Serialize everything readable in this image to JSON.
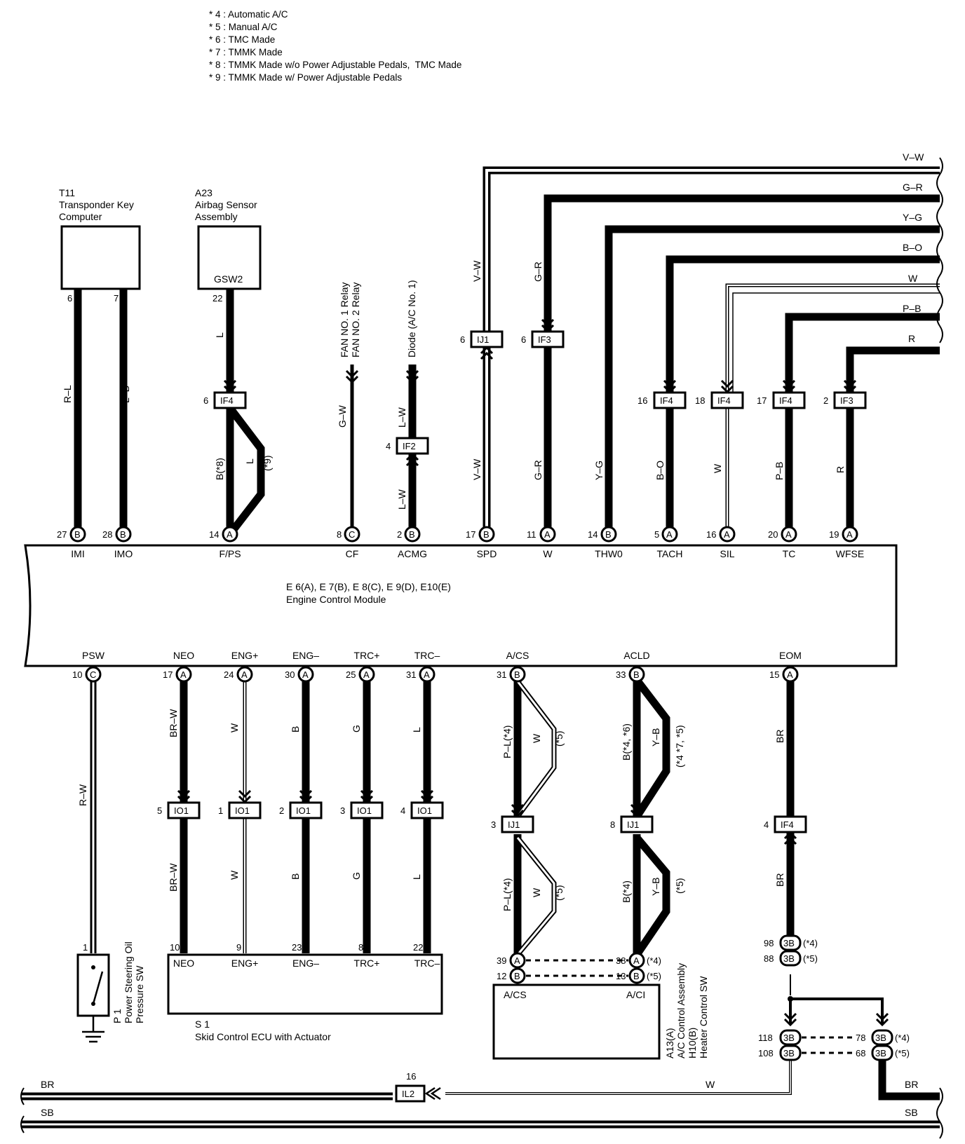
{
  "notes": [
    "* 4 : Automatic A/C",
    "* 5 : Manual A/C",
    "* 6 : TMC Made",
    "* 7 : TMMK Made",
    "* 8 : TMMK Made w/o Power Adjustable Pedals,  TMC Made",
    "* 9 : TMMK Made w/ Power Adjustable Pedals"
  ],
  "components": {
    "t11": {
      "code": "T11",
      "name_line1": "Transponder Key",
      "name_line2": "Computer"
    },
    "a23": {
      "code": "A23",
      "name_line1": "Airbag Sensor",
      "name_line2": "Assembly",
      "pin_label": "GSW2"
    },
    "ecm": {
      "line1": "E 6(A), E 7(B), E 8(C), E 9(D), E10(E)",
      "line2": "Engine Control Module"
    },
    "p1": {
      "line1": "P 1",
      "line2": "Power Steering Oil",
      "line3": "Pressure SW"
    },
    "s1": {
      "line1": "S 1",
      "line2": "Skid Control ECU with Actuator"
    },
    "a13": {
      "line1": "A13(A)",
      "line2": "A/C Control Assembly",
      "line3": "H10(B)",
      "line4": "Heater Control SW"
    }
  },
  "fan_relays": {
    "line1": "FAN NO. 1 Relay",
    "line2": "FAN NO. 2 Relay"
  },
  "diode": "Diode (A/C No. 1)",
  "right_wires": [
    "V–W",
    "G–R",
    "Y–G",
    "B–O",
    "W",
    "P–B",
    "R"
  ],
  "upper_pins": [
    {
      "num": "27",
      "letter": "B",
      "name": "IMI"
    },
    {
      "num": "28",
      "letter": "B",
      "name": "IMO"
    },
    {
      "num": "14",
      "letter": "A",
      "name": "F/PS"
    },
    {
      "num": "8",
      "letter": "C",
      "name": "CF"
    },
    {
      "num": "2",
      "letter": "B",
      "name": "ACMG"
    },
    {
      "num": "17",
      "letter": "B",
      "name": "SPD"
    },
    {
      "num": "11",
      "letter": "A",
      "name": "W"
    },
    {
      "num": "14",
      "letter": "B",
      "name": "THW0"
    },
    {
      "num": "5",
      "letter": "A",
      "name": "TACH"
    },
    {
      "num": "16",
      "letter": "A",
      "name": "SIL"
    },
    {
      "num": "20",
      "letter": "A",
      "name": "TC"
    },
    {
      "num": "19",
      "letter": "A",
      "name": "WFSE"
    }
  ],
  "lower_pins": [
    {
      "num": "10",
      "letter": "C",
      "name": "PSW"
    },
    {
      "num": "17",
      "letter": "A",
      "name": "NEO"
    },
    {
      "num": "24",
      "letter": "A",
      "name": "ENG+"
    },
    {
      "num": "30",
      "letter": "A",
      "name": "ENG–"
    },
    {
      "num": "25",
      "letter": "A",
      "name": "TRC+"
    },
    {
      "num": "31",
      "letter": "A",
      "name": "TRC–"
    },
    {
      "num": "31",
      "letter": "B",
      "name": "A/CS"
    },
    {
      "num": "33",
      "letter": "B",
      "name": "ACLD"
    },
    {
      "num": "15",
      "letter": "A",
      "name": "EOM"
    }
  ],
  "upper_connectors": [
    {
      "num": "6",
      "label": "IF4"
    },
    {
      "num": "4",
      "label": "IF2"
    },
    {
      "num": "6",
      "label": "IJ1"
    },
    {
      "num": "6",
      "label": "IF3"
    },
    {
      "num": "16",
      "label": "IF4"
    },
    {
      "num": "18",
      "label": "IF4"
    },
    {
      "num": "17",
      "label": "IF4"
    },
    {
      "num": "2",
      "label": "IF3"
    }
  ],
  "lower_connectors": [
    {
      "num": "5",
      "label": "IO1"
    },
    {
      "num": "1",
      "label": "IO1"
    },
    {
      "num": "2",
      "label": "IO1"
    },
    {
      "num": "3",
      "label": "IO1"
    },
    {
      "num": "4",
      "label": "IO1"
    },
    {
      "num": "3",
      "label": "IJ1"
    },
    {
      "num": "8",
      "label": "IJ1"
    },
    {
      "num": "4",
      "label": "IF4"
    }
  ],
  "wire_labels": {
    "t11_pin6": "6",
    "t11_pin7": "7",
    "a23_pin22": "22",
    "rl": "R–L",
    "lb": "L–B",
    "l_a23": "L",
    "b_8": "B(*8)",
    "l_9": "L",
    "l_9_note": "(*9)",
    "gw": "G–W",
    "lw_top": "L–W",
    "lw_bot": "L–W",
    "vw_top": "V–W",
    "vw_bot": "V–W",
    "gr_top": "G–R",
    "gr_bot": "G–R",
    "yg": "Y–G",
    "bo": "B–O",
    "w_sil": "W",
    "pb": "P–B",
    "r": "R",
    "rw": "R–W",
    "brw_top": "BR–W",
    "brw_bot": "BR–W",
    "w_eng_top": "W",
    "w_eng_bot": "W",
    "b_eng_top": "B",
    "b_eng_bot": "B",
    "g_trc_top": "G",
    "g_trc_bot": "G",
    "l_trc_top": "L",
    "l_trc_bot": "L",
    "pl4_top": "P–L(*4)",
    "w5_top": "W",
    "n5_top": "(*5)",
    "pl4_bot": "P–L(*4)",
    "w5_bot": "W",
    "n5_bot": "(*5)",
    "b46_top": "B(*4, *6)",
    "yb_top": "Y–B",
    "n475_top": "(*4 *7, *5)",
    "b4_bot": "B(*4)",
    "yb_bot": "Y–B",
    "n5_acld_bot": "(*5)",
    "br_top": "BR",
    "br_bot": "BR",
    "w_bottom": "W"
  },
  "s1_pins": [
    {
      "num": "10",
      "name": "NEO"
    },
    {
      "num": "9",
      "name": "ENG+"
    },
    {
      "num": "23",
      "name": "ENG–"
    },
    {
      "num": "8",
      "name": "TRC+"
    },
    {
      "num": "22",
      "name": "TRC–"
    }
  ],
  "p1_pin": "1",
  "a13_pins": [
    {
      "num": "39",
      "letter": "A",
      "pair": "38",
      "pletter": "A",
      "note": "(*4)"
    },
    {
      "num": "12",
      "letter": "B",
      "pair": "13",
      "pletter": "B",
      "note": "(*5)"
    }
  ],
  "a13_terms": {
    "left": "A/CS",
    "right": "A/CI"
  },
  "j3b_top": [
    {
      "num": "98",
      "label": "3B",
      "note": "(*4)"
    },
    {
      "num": "88",
      "label": "3B",
      "note": "(*5)"
    }
  ],
  "j3b_bottom": [
    {
      "num": "118",
      "label": "3B",
      "pair": "78",
      "note": "(*4)"
    },
    {
      "num": "108",
      "label": "3B",
      "pair": "68",
      "note": "(*5)"
    }
  ],
  "il2": {
    "num": "16",
    "label": "IL2"
  },
  "bus": {
    "br_left": "BR",
    "br_right": "BR",
    "sb_left": "SB",
    "sb_right": "SB"
  }
}
